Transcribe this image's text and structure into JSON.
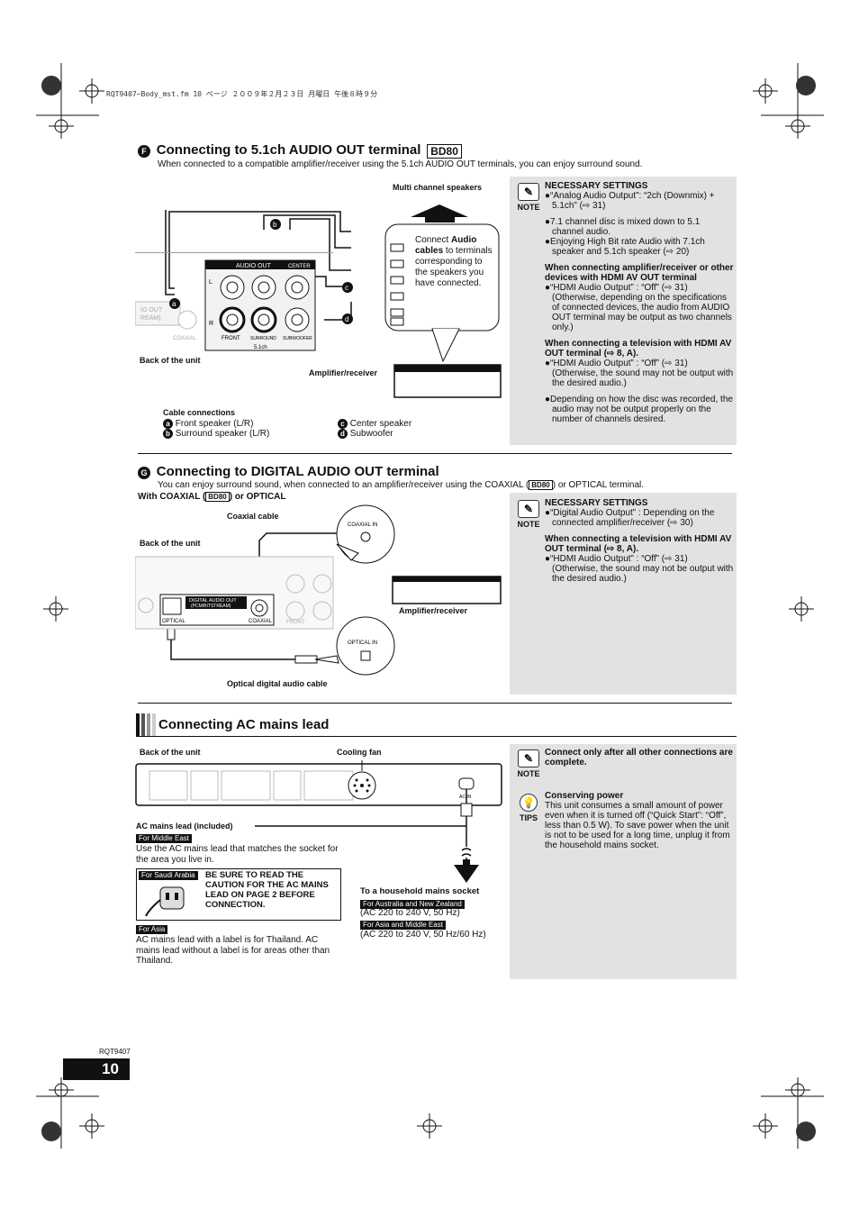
{
  "header_file": "RQT9407~Body_mst.fm 10 ページ ２００９年２月２３日 月曜日 午後８時９分",
  "s1": {
    "marker": "F",
    "title": "Connecting to 5.1ch AUDIO OUT terminal",
    "badge": "BD80",
    "intro": "When connected to a compatible amplifier/receiver using the 5.1ch AUDIO OUT terminals, you can enjoy surround sound.",
    "multi_channel": "Multi channel speakers",
    "connect_pre": "Connect ",
    "connect_bold": "Audio cables",
    "connect_post": " to terminals corresponding to the speakers you have connected.",
    "back_of_unit": "Back of the unit",
    "amplifier": "Amplifier/receiver",
    "panel": {
      "audio_out": "AUDIO OUT",
      "center": "CENTER",
      "front": "FRONT",
      "surround": "SURROUND",
      "subwoofer": "SUBWOOFER",
      "ch51": "5.1ch",
      "coaxial": "COAXIAL",
      "partial": "IO OUT\nREAM)",
      "l": "L",
      "r": "R"
    },
    "cable_letters": {
      "a": "a",
      "b": "b",
      "c": "c",
      "d": "d"
    },
    "cable_title": "Cable connections",
    "cables": [
      {
        "letter": "a",
        "text": "Front speaker (L/R)"
      },
      {
        "letter": "b",
        "text": "Surround speaker (L/R)"
      },
      {
        "letter": "c",
        "text": "Center speaker"
      },
      {
        "letter": "d",
        "text": "Subwoofer"
      }
    ],
    "note_label": "NOTE",
    "notes": {
      "ns_title": "NECESSARY SETTINGS",
      "ns1": "“Analog Audio Output”: “2ch (Downmix) + 5.1ch” (⇨ 31)",
      "b1": "7.1 channel disc is mixed down to 5.1 channel audio.",
      "b2": "Enjoying High Bit rate Audio with 7.1ch speaker and 5.1ch speaker (⇨ 20)",
      "h1": "When connecting amplifier/receiver or other devices with HDMI AV OUT terminal",
      "b3": "“HDMI Audio Output” : “Off” (⇨ 31) (Otherwise, depending on the specifications of connected devices, the audio from AUDIO OUT terminal may be output as two channels only.)",
      "h2": "When connecting a television with HDMI AV OUT terminal (⇨ 8, A).",
      "b4": "“HDMI Audio Output” : “Off” (⇨ 31) (Otherwise, the sound may not be output with the desired audio.)",
      "b5": "Depending on how the disc was recorded, the audio may not be output properly on the number of channels desired."
    }
  },
  "s2": {
    "marker": "G",
    "title": "Connecting to DIGITAL AUDIO OUT terminal",
    "intro_pre": "You can enjoy surround sound, when connected to an amplifier/receiver using the COAXIAL (",
    "intro_badge": "BD80",
    "intro_post": ") or OPTICAL terminal.",
    "with_pre": "With COAXIAL (",
    "with_badge": "BD80",
    "with_post": ") or OPTICAL",
    "coaxial_cable": "Coaxial cable",
    "back_of_unit": "Back of the unit",
    "coaxial_in": "COAXIAL IN",
    "optical_in": "OPTICAL IN",
    "amplifier": "Amplifier/receiver",
    "optical_cable": "Optical digital audio cable",
    "panel": {
      "digital": "DIGITAL AUDIO OUT",
      "pcm": "(PCM/BITSTREAM)",
      "optical": "OPTICAL",
      "coaxial": "COAXIAL",
      "front": "FRONT"
    },
    "note_label": "NOTE",
    "notes": {
      "ns_title": "NECESSARY SETTINGS",
      "ns1": "“Digital Audio Output” : Depending on the connected amplifier/receiver (⇨ 30)",
      "h1": "When connecting a television with HDMI AV OUT terminal (⇨ 8, A).",
      "b1": "“HDMI Audio Output” : “Off” (⇨ 31) (Otherwise, the sound may not be output with the desired audio.)"
    }
  },
  "s3": {
    "title": "Connecting AC mains lead",
    "back_of_unit": "Back of the unit",
    "cooling_fan": "Cooling fan",
    "ac_in": "AC IN",
    "ac_lead": "AC mains lead (included)",
    "me_label": "For Middle East",
    "me_text": "Use the AC mains lead that matches the socket for the area you live in.",
    "saudi_label": "For Saudi Arabia",
    "caution": "BE SURE TO READ THE CAUTION FOR THE AC MAINS LEAD ON PAGE 2 BEFORE CONNECTION.",
    "asia_label": "For Asia",
    "asia_text": "AC mains lead with a label is for Thailand. AC mains lead without a label is for areas other than Thailand.",
    "socket_title": "To a household mains socket",
    "anz_label": "For Australia and New Zealand",
    "anz_text": "(AC 220 to 240 V, 50 Hz)",
    "ame_label": "For Asia and Middle East",
    "ame_text": "(AC 220 to 240 V, 50 Hz/60 Hz)",
    "note_label": "NOTE",
    "note_text": "Connect only after all other connections are complete.",
    "tips_label": "TIPS",
    "tips_title": "Conserving power",
    "tips_text": "This unit consumes a small amount of power even when it is turned off (“Quick Start”: “Off”, less than 0.5 W). To save power when the unit is not to be used for a long time, unplug it from the household mains socket."
  },
  "footer": {
    "code": "RQT9407",
    "page": "10"
  }
}
